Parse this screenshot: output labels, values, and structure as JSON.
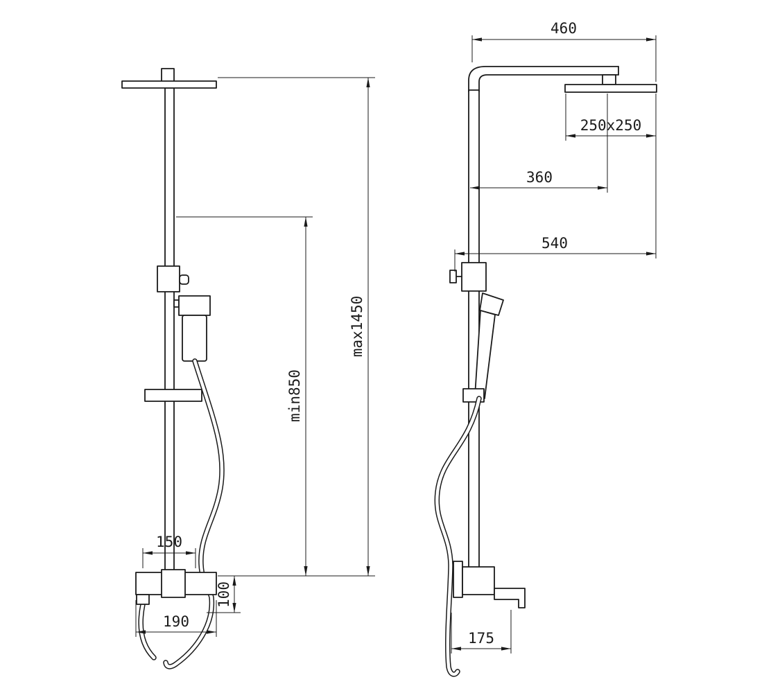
{
  "drawing": {
    "type": "technical-drawing",
    "subject": "shower column system, front and side orthographic views",
    "background": "#ffffff",
    "line_color": "#1a1a1a"
  },
  "front_view": {
    "dims": {
      "overall_height": "max1450",
      "pole_height": "min850",
      "mixer_top_width": "150",
      "mixer_height": "100",
      "mixer_bottom_width": "190"
    }
  },
  "side_view": {
    "dims": {
      "arm_reach": "460",
      "head_size": "250x250",
      "head_offset": "360",
      "total_reach": "540",
      "spout_reach": "175"
    }
  }
}
